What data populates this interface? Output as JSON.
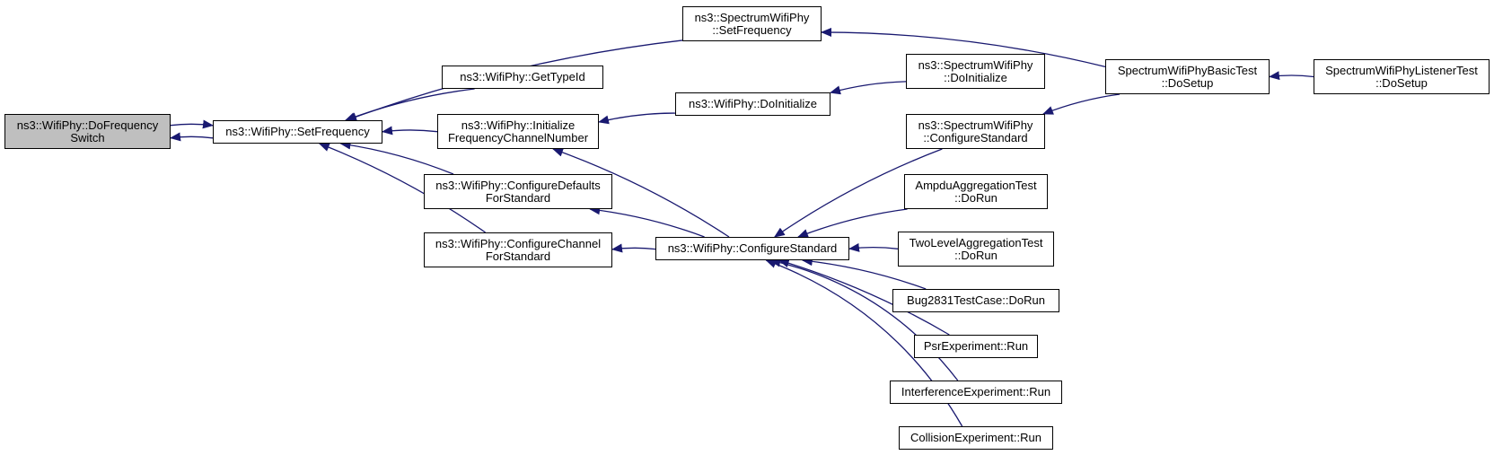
{
  "colors": {
    "edge": "#191970",
    "node_border": "#000000",
    "node_fill": "#ffffff",
    "current_fill": "#bfbfbf"
  },
  "nodes": {
    "dofrequencyswitch": {
      "lines": [
        "ns3::WifiPhy::DoFrequency",
        "Switch"
      ]
    },
    "setfrequency": {
      "lines": [
        "ns3::WifiPhy::SetFrequency"
      ]
    },
    "spectrum_setfrequency": {
      "lines": [
        "ns3::SpectrumWifiPhy",
        "::SetFrequency"
      ]
    },
    "gettypeid": {
      "lines": [
        "ns3::WifiPhy::GetTypeId"
      ]
    },
    "initialize_freq": {
      "lines": [
        "ns3::WifiPhy::Initialize",
        "FrequencyChannelNumber"
      ]
    },
    "configuredefaults": {
      "lines": [
        "ns3::WifiPhy::ConfigureDefaults",
        "ForStandard"
      ]
    },
    "configurechannel": {
      "lines": [
        "ns3::WifiPhy::ConfigureChannel",
        "ForStandard"
      ]
    },
    "doinitialize": {
      "lines": [
        "ns3::WifiPhy::DoInitialize"
      ]
    },
    "configurestandard": {
      "lines": [
        "ns3::WifiPhy::ConfigureStandard"
      ]
    },
    "spectrum_doinitialize": {
      "lines": [
        "ns3::SpectrumWifiPhy",
        "::DoInitialize"
      ]
    },
    "spectrum_configurestandard": {
      "lines": [
        "ns3::SpectrumWifiPhy",
        "::ConfigureStandard"
      ]
    },
    "ampdu": {
      "lines": [
        "AmpduAggregationTest",
        "::DoRun"
      ]
    },
    "twolevel": {
      "lines": [
        "TwoLevelAggregationTest",
        "::DoRun"
      ]
    },
    "bug2831": {
      "lines": [
        "Bug2831TestCase::DoRun"
      ]
    },
    "psr": {
      "lines": [
        "PsrExperiment::Run"
      ]
    },
    "interference": {
      "lines": [
        "InterferenceExperiment::Run"
      ]
    },
    "collision": {
      "lines": [
        "CollisionExperiment::Run"
      ]
    },
    "basictest": {
      "lines": [
        "SpectrumWifiPhyBasicTest",
        "::DoSetup"
      ]
    },
    "listenertest": {
      "lines": [
        "SpectrumWifiPhyListenerTest",
        "::DoSetup"
      ]
    }
  },
  "edges": [
    [
      "dofrequencyswitch",
      "setfrequency"
    ],
    [
      "setfrequency",
      "dofrequencyswitch"
    ],
    [
      "spectrum_setfrequency",
      "setfrequency"
    ],
    [
      "gettypeid",
      "setfrequency"
    ],
    [
      "initialize_freq",
      "setfrequency"
    ],
    [
      "configuredefaults",
      "setfrequency"
    ],
    [
      "configurechannel",
      "setfrequency"
    ],
    [
      "basictest",
      "spectrum_setfrequency"
    ],
    [
      "doinitialize",
      "initialize_freq"
    ],
    [
      "configurestandard",
      "initialize_freq"
    ],
    [
      "configurestandard",
      "configuredefaults"
    ],
    [
      "configurestandard",
      "configurechannel"
    ],
    [
      "spectrum_doinitialize",
      "doinitialize"
    ],
    [
      "spectrum_configurestandard",
      "configurestandard"
    ],
    [
      "ampdu",
      "configurestandard"
    ],
    [
      "twolevel",
      "configurestandard"
    ],
    [
      "bug2831",
      "configurestandard"
    ],
    [
      "psr",
      "configurestandard"
    ],
    [
      "interference",
      "configurestandard"
    ],
    [
      "collision",
      "configurestandard"
    ],
    [
      "basictest",
      "spectrum_configurestandard"
    ],
    [
      "listenertest",
      "basictest"
    ]
  ]
}
